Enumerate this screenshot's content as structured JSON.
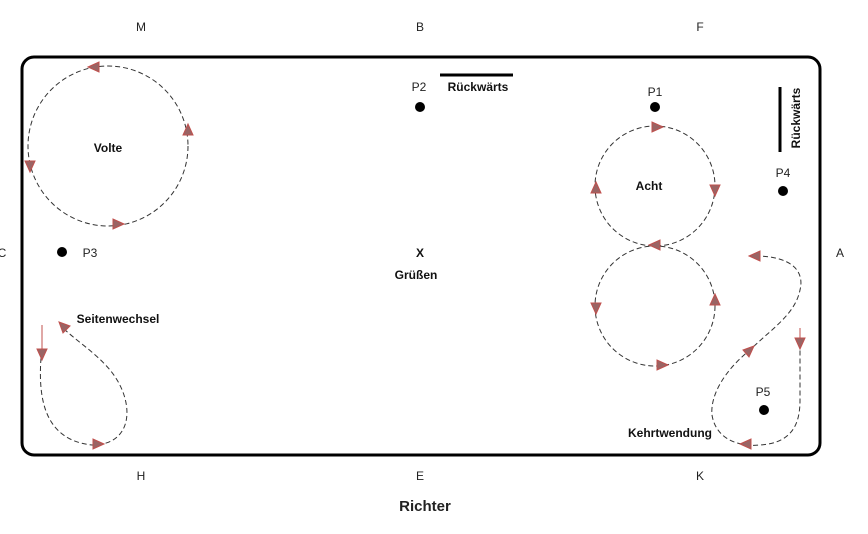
{
  "markers": {
    "M": "M",
    "B": "B",
    "F": "F",
    "C": "C",
    "A": "A",
    "H": "H",
    "E": "E",
    "K": "K"
  },
  "judge": "Richter",
  "points": {
    "p1": "P1",
    "p2": "P2",
    "p3": "P3",
    "p4": "P4",
    "p5": "P5"
  },
  "figures": {
    "volte": "Volte",
    "seitenwechsel": "Seitenwechsel",
    "acht": "Acht",
    "kehrtwendung": "Kehrtwendung",
    "x": "X",
    "gruessen": "Grüßen",
    "rueckwaerts_top": "Rückwärts",
    "rueckwaerts_right": "Rückwärts"
  },
  "colors": {
    "arrow": "#c0504d",
    "path": "#333333",
    "border": "#000000"
  }
}
